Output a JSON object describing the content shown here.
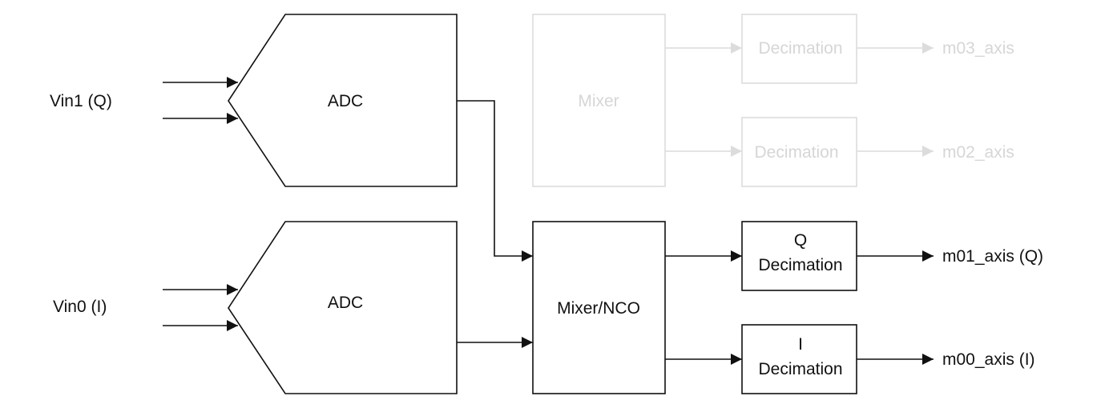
{
  "inputs": {
    "vin1": "Vin1 (Q)",
    "vin0": "Vin0 (I)"
  },
  "adc_top": "ADC",
  "adc_bottom": "ADC",
  "mixer_inactive": "Mixer",
  "mixer_nco": "Mixer/NCO",
  "decimation_inactive": [
    "Decimation",
    "Decimation"
  ],
  "q_decimation": [
    "Q",
    "Decimation"
  ],
  "i_decimation": [
    "I",
    "Decimation"
  ],
  "outputs_inactive": [
    "m03_axis",
    "m02_axis"
  ],
  "outputs": {
    "q": "m01_axis (Q)",
    "i": "m00_axis (I)"
  },
  "colors": {
    "active": "#111111",
    "inactive": "#dcdcdc"
  }
}
